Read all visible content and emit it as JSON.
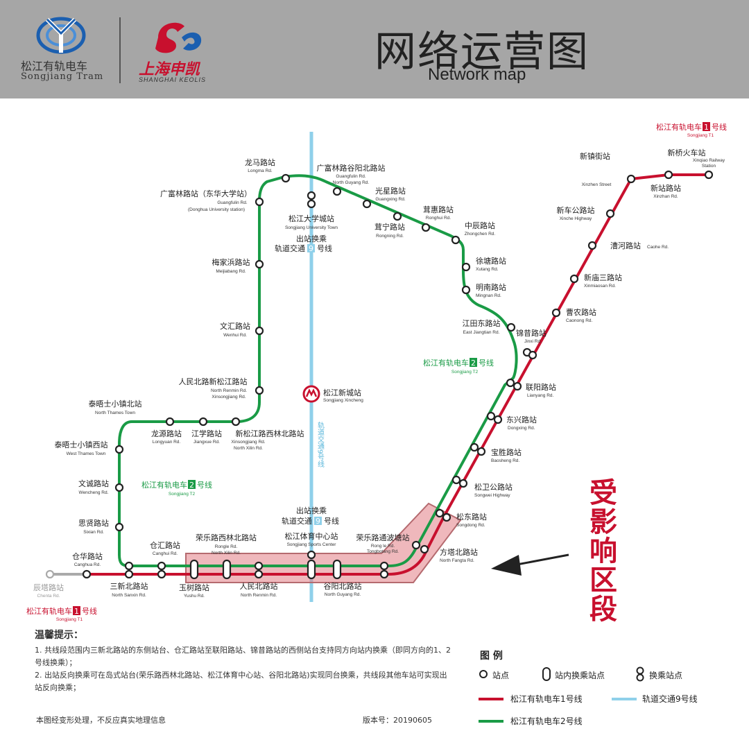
{
  "header": {
    "brand1_name": "松江有轨电车",
    "brand1_en": "Songjiang Tram",
    "brand2_name": "上海申凯",
    "brand2_en": "SHANGHAI KEOLIS",
    "title": "网络运营图",
    "subtitle": "Network map"
  },
  "colors": {
    "t1": "#c8102e",
    "t2": "#1a9b46",
    "metro9": "#8fd0ea",
    "header_bg": "#a6a6a6",
    "highlight": "#e27e85"
  },
  "lines": {
    "t1_top": {
      "name": "松江有轨电车",
      "num": "1",
      "suffix": "号线",
      "en": "Songjiang T1"
    },
    "t1_bottom": {
      "name": "松江有轨电车",
      "num": "1",
      "suffix": "号线",
      "en": "Songjiang T1"
    },
    "t2_right": {
      "name": "松江有轨电车",
      "num": "2",
      "suffix": "号线",
      "en": "Songjiang T2"
    },
    "t2_left": {
      "name": "松江有轨电车",
      "num": "2",
      "suffix": "号线",
      "en": "Songjiang T2"
    },
    "metro9": "轨道交通9号线"
  },
  "stations": {
    "xinqiao": {
      "zh": "新桥火车站",
      "en1": "Xinqiao Railway",
      "en2": "Station"
    },
    "xinzhen": {
      "zh": "新镇街站",
      "en1": "Xinzhen Street"
    },
    "xinzhan": {
      "zh": "新站路站",
      "en1": "Xinzhan Rd."
    },
    "xinche": {
      "zh": "新车公路站",
      "en1": "Xinche Highway"
    },
    "caohe": {
      "zh": "漕河路站",
      "en1": "Caohe Rd."
    },
    "xinmiaosan": {
      "zh": "新庙三路站",
      "en1": "Xinmiaosan Rd."
    },
    "caonong": {
      "zh": "曹农路站",
      "en1": "Caonong Rd."
    },
    "jinxi": {
      "zh": "锦昔路站",
      "en1": "Jinxi Rd."
    },
    "lianyang": {
      "zh": "联阳路站",
      "en1": "Lianyang Rd."
    },
    "dongxing": {
      "zh": "东兴路站",
      "en1": "Dongxing Rd."
    },
    "baosheng": {
      "zh": "宝胜路站",
      "en1": "Baosheng Rd."
    },
    "songwei": {
      "zh": "松卫公路站",
      "en1": "Songwei Highway"
    },
    "songdong": {
      "zh": "松东路站",
      "en1": "Songdong Rd."
    },
    "fangta": {
      "zh": "方塔北路站",
      "en1": "North Fangta Rd."
    },
    "ronglebo": {
      "zh": "荣乐路通波塘站",
      "en1": "Rong le Rd.",
      "en2": "Tongbotang Rd."
    },
    "sportscenter": {
      "zh": "松江体育中心站",
      "en1": "Songjiang Sports Center"
    },
    "guyangbei": {
      "zh": "谷阳北路站",
      "en1": "North Guyang Rd."
    },
    "renminbei": {
      "zh": "人民北路站",
      "en1": "North Renmin Rd."
    },
    "rongxilin": {
      "zh": "荣乐路西林北路站",
      "en1": "Rongle Rd.",
      "en2": "North Xilin Rd."
    },
    "yushu": {
      "zh": "玉树路站",
      "en1": "Yushu Rd."
    },
    "canghui": {
      "zh": "仓汇路站",
      "en1": "Canghui Rd."
    },
    "sanxinbei": {
      "zh": "三新北路站",
      "en1": "North Sanxin Rd."
    },
    "canghua": {
      "zh": "仓华路站",
      "en1": "Canghua Rd."
    },
    "chenta": {
      "zh": "辰塔路站",
      "en1": "Chenta Rd."
    },
    "longma": {
      "zh": "龙马路站",
      "en1": "Longma Rd."
    },
    "guangfulin_gy": {
      "zh": "广富林路谷阳北路站",
      "en1": "Guangfulin Rd.",
      "en2": "North Guyang Rd."
    },
    "univtown": {
      "zh": "松江大学城站",
      "en1": "Songjiang University Town"
    },
    "guangxing": {
      "zh": "光星路站",
      "en1": "Guangxing Rd."
    },
    "ronghui": {
      "zh": "茸惠路站",
      "en1": "Ronghui Rd."
    },
    "rongning": {
      "zh": "茸宁路站",
      "en1": "Rongning Rd."
    },
    "zhongchen": {
      "zh": "中辰路站",
      "en1": "Zhongchen Rd."
    },
    "xutang": {
      "zh": "徐塘路站",
      "en1": "Xutang Rd."
    },
    "mingnan": {
      "zh": "明南路站",
      "en1": "Mingnan Rd."
    },
    "jiangtiandong": {
      "zh": "江田东路站",
      "en1": "East Jiangtian Rd."
    },
    "guangfulin_dh": {
      "zh": "广富林路站（东华大学站）",
      "en1": "Guangfulin Rd.",
      "en2": "(Donghua University station)"
    },
    "meijiabang": {
      "zh": "梅家浜路站",
      "en1": "Meijiabang Rd."
    },
    "wenhui": {
      "zh": "文汇路站",
      "en1": "Wenhui Rd."
    },
    "renmin_xsj": {
      "zh": "人民北路新松江路站",
      "en1": "North Renmin Rd.",
      "en2": "Xinsongjiang Rd."
    },
    "thamestown": {
      "zh": "泰晤士小镇北站",
      "en1": "North Thames Town"
    },
    "longyuan": {
      "zh": "龙源路站",
      "en1": "Longyuan Rd."
    },
    "jiangxue": {
      "zh": "江学路站",
      "en1": "Jiangxue Rd."
    },
    "xsj_xilin": {
      "zh": "新松江路西林北路站",
      "en1": "Xinsongjiang Rd.",
      "en2": "North Xilin Rd."
    },
    "thameswest": {
      "zh": "泰晤士小镇西站",
      "en1": "West Thames Town"
    },
    "wencheng": {
      "zh": "文诚路站",
      "en1": "Wencheng Rd."
    },
    "sixian": {
      "zh": "思贤路站",
      "en1": "Sixian Rd."
    },
    "xincheng": {
      "zh": "松江新城站",
      "en1": "Songjiang Xincheng"
    }
  },
  "transfers": {
    "univtown_pre": "出站换乘",
    "univtown_line": "轨道交通",
    "univtown_num": "9",
    "univtown_suffix": "号线",
    "sports_pre": "出站换乘",
    "sports_line": "轨道交通",
    "sports_num": "9",
    "sports_suffix": "号线"
  },
  "affected": "受影响区段",
  "notes": {
    "title": "温馨提示：",
    "item1": "1.  共线段范围内三新北路站的东侧站台、仓汇路站至联阳路站、锦昔路站的西侧站台支持同方向站内换乘（即同方向的1、2号线换乘）；",
    "item2": "2.  出站反向换乘可在岛式站台(荣乐路西林北路站、松江体育中心站、谷阳北路站)实现同台换乘，共线段其他车站可实现出站反向换乘；",
    "disclaimer": "本图经变形处理，不反应真实地理信息",
    "version": "版本号：20190605"
  },
  "legend": {
    "title": "图  例",
    "station": "站点",
    "inner_transfer": "站内换乘站点",
    "transfer": "换乘站点",
    "t1": "松江有轨电车1号线",
    "metro9": "轨道交通9号线",
    "t2": "松江有轨电车2号线"
  }
}
